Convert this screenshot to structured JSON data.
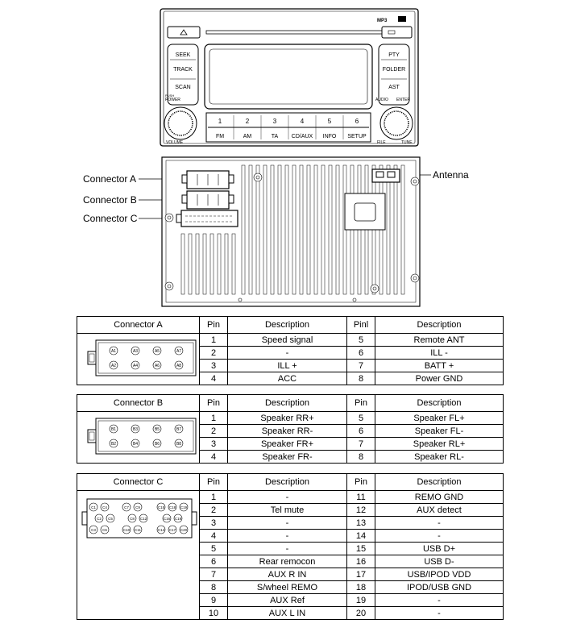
{
  "panel": {
    "seek": "SEEK",
    "track": "TRACK",
    "scan": "SCAN",
    "pty": "PTY",
    "folder": "FOLDER",
    "ast": "AST",
    "power": "POWER",
    "push": "PUSH",
    "volume": "VOLUME",
    "audio": "AUDIO",
    "enter": "ENTER",
    "file": "FILE",
    "tune": "TUNE",
    "logo": "MP3",
    "presets": [
      "1",
      "2",
      "3",
      "4",
      "5",
      "6"
    ],
    "bands": [
      "FM",
      "AM",
      "TA",
      "CD/AUX",
      "INFO",
      "SETUP"
    ]
  },
  "rear": {
    "connector_a": "Connector A",
    "connector_b": "Connector B",
    "connector_c": "Connector C",
    "antenna": "Antenna"
  },
  "tables": [
    {
      "title": "Connector A",
      "pin_header": "Pin",
      "desc_header": "Description",
      "pin2_header": "Pinl",
      "desc2_header": "Description",
      "pins_left": [
        "A1",
        "A3",
        "A5",
        "A7"
      ],
      "pins_right": [
        "A2",
        "A4",
        "A6",
        "A8"
      ],
      "rows": [
        [
          "1",
          "Speed signal",
          "5",
          "Remote ANT"
        ],
        [
          "2",
          "-",
          "6",
          "ILL -"
        ],
        [
          "3",
          "ILL +",
          "7",
          "BATT +"
        ],
        [
          "4",
          "ACC",
          "8",
          "Power GND"
        ]
      ]
    },
    {
      "title": "Connector B",
      "pin_header": "Pin",
      "desc_header": "Description",
      "pin2_header": "Pin",
      "desc2_header": "Description",
      "pins_left": [
        "B1",
        "B3",
        "B5",
        "B7"
      ],
      "pins_right": [
        "B2",
        "B4",
        "B6",
        "B8"
      ],
      "rows": [
        [
          "1",
          "Speaker RR+",
          "5",
          "Speaker FL+"
        ],
        [
          "2",
          "Speaker RR-",
          "6",
          "Speaker FL-"
        ],
        [
          "3",
          "Speaker FR+",
          "7",
          "Speaker RL+"
        ],
        [
          "4",
          "Speaker FR-",
          "8",
          "Speaker RL-"
        ]
      ]
    },
    {
      "title": "Connector C",
      "pin_header": "Pin",
      "desc_header": "Description",
      "pin2_header": "Pin",
      "desc2_header": "Description",
      "pins_row1": [
        "C1",
        "C4",
        "C7",
        "C9",
        "C15",
        "C18",
        "C19"
      ],
      "pins_row2": [
        "C2",
        "C5",
        "C8",
        "C12",
        "C16",
        "C19"
      ],
      "pins_row3": [
        "C3",
        "C6",
        "C10",
        "C11",
        "C14",
        "C17",
        "C20"
      ],
      "rows": [
        [
          "1",
          "-",
          "11",
          "REMO GND"
        ],
        [
          "2",
          "Tel mute",
          "12",
          "AUX detect"
        ],
        [
          "3",
          "-",
          "13",
          "-"
        ],
        [
          "4",
          "-",
          "14",
          "-"
        ],
        [
          "5",
          "-",
          "15",
          "USB D+"
        ],
        [
          "6",
          "Rear remocon",
          "16",
          "USB D-"
        ],
        [
          "7",
          "AUX R IN",
          "17",
          "USB/IPOD VDD"
        ],
        [
          "8",
          "S/wheel REMO",
          "18",
          "IPOD/USB GND"
        ],
        [
          "9",
          "AUX Ref",
          "19",
          "-"
        ],
        [
          "10",
          "AUX L IN",
          "20",
          "-"
        ]
      ]
    }
  ]
}
